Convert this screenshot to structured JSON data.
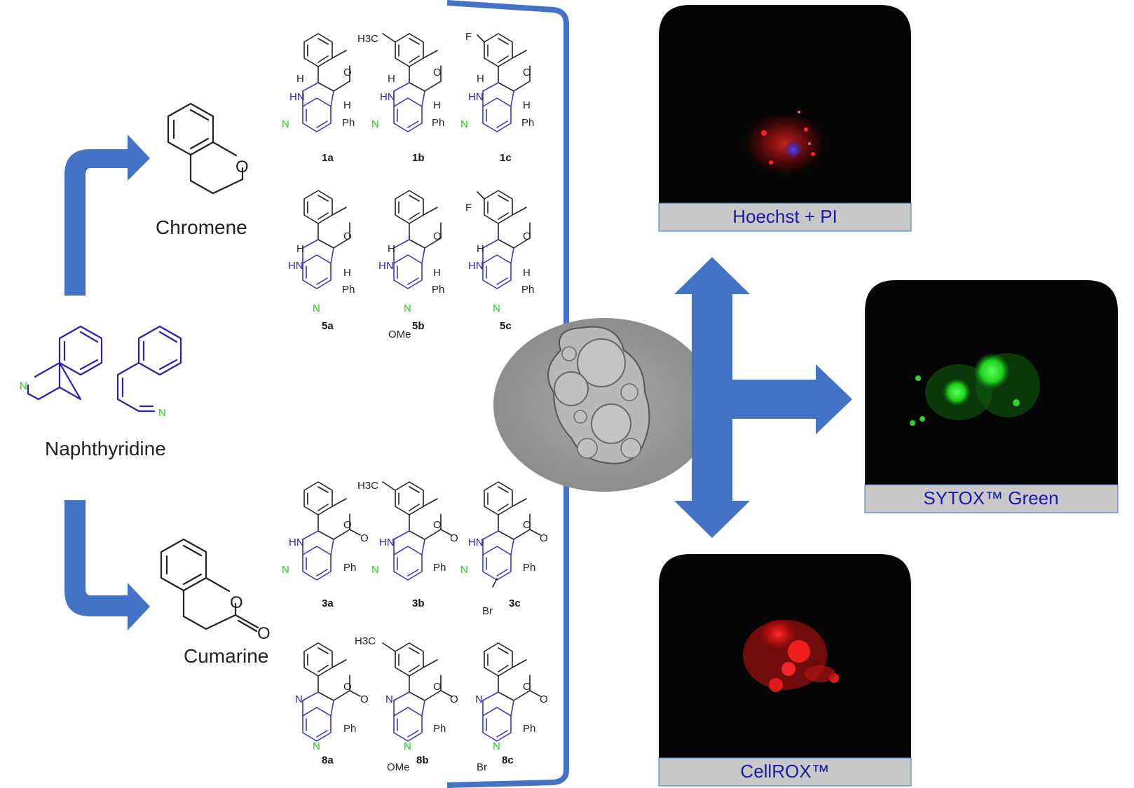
{
  "scaffolds": {
    "chromene_label": "Chromene",
    "cumarine_label": "Cumarine",
    "naphthyridine_label": "Naphthyridine"
  },
  "atoms": {
    "O": "O",
    "N": "N",
    "HN": "HN",
    "H": "H",
    "Ph": "Ph",
    "F": "F",
    "Br": "Br",
    "OMe": "OMe",
    "H3C": "H3C"
  },
  "compounds": {
    "row1": [
      "1a",
      "1b",
      "1c"
    ],
    "row2": [
      "5a",
      "5b",
      "5c"
    ],
    "row3": [
      "3a",
      "3b",
      "3c"
    ],
    "row4": [
      "8a",
      "8b",
      "8c"
    ]
  },
  "panels": [
    {
      "caption": "Hoechst + PI",
      "stain": "red-blue"
    },
    {
      "caption": "SYTOX™ Green",
      "stain": "green"
    },
    {
      "caption": "CellROX™",
      "stain": "red"
    }
  ],
  "colors": {
    "arrow": "#4472c4",
    "bond_blue": "#2a1fb0",
    "nitrogen_green": "#1ad11a",
    "caption_bar": "#c8c8c8",
    "caption_text": "#1a1aa6"
  }
}
